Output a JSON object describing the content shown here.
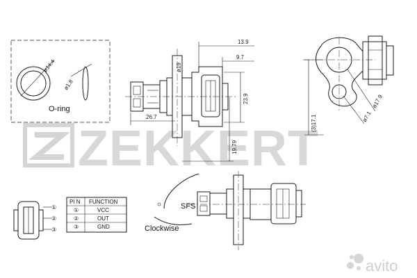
{
  "labels": {
    "oring": "O-ring",
    "sfs": "SFS",
    "clockwise": "Clockwise"
  },
  "oring_dims": {
    "outer": "ø14.4",
    "section": "ø1.8"
  },
  "dimensions": {
    "d_13_9": "13.9",
    "d_9_7": "9.7",
    "d_19": "ø19",
    "d_23_9": "23.9",
    "d_26_7": "26.7",
    "d_19_79": "19.79",
    "d_3_17_1": "(3)17.1",
    "d_17_9": "ø17.9",
    "d_7_1": "ø7.1"
  },
  "pin_table": {
    "headers": [
      "PI N",
      "FUNCTION"
    ],
    "rows": [
      {
        "pin": "①",
        "function": "VCC"
      },
      {
        "pin": "②",
        "function": "OUT"
      },
      {
        "pin": "③",
        "function": "GND"
      }
    ]
  },
  "connector_pins": [
    "①",
    "②",
    "③"
  ],
  "brand": {
    "logo_text": "ZEKKERT"
  },
  "watermark": {
    "text": "avito",
    "icon": "avito-logo-icon"
  },
  "colors": {
    "line": "#1a1a1a",
    "logo": "#d8d8d8",
    "watermark": "#cfcfcf"
  }
}
